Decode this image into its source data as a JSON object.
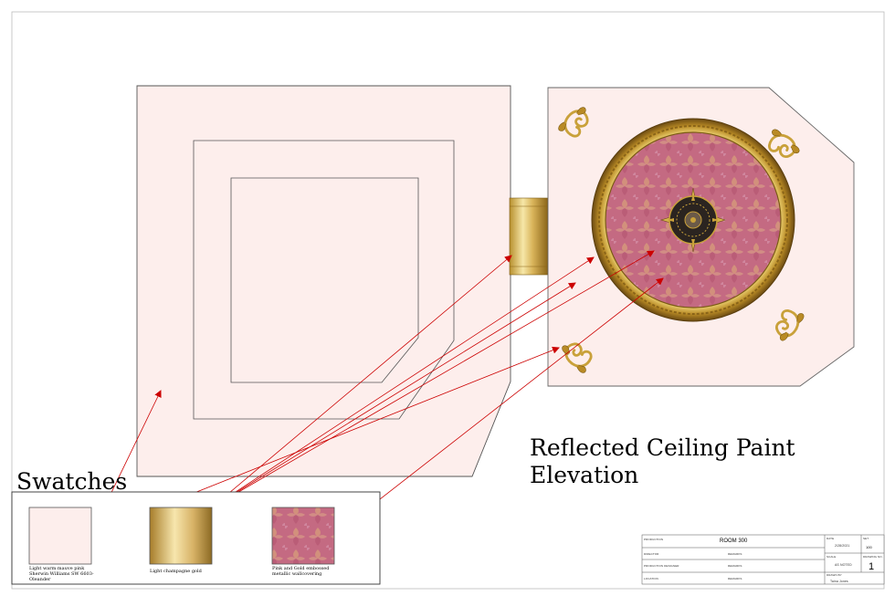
{
  "title": {
    "line1": "Reflected Ceiling Paint",
    "line2": "Elevation"
  },
  "swatches": {
    "heading": "Swatches",
    "items": [
      {
        "label": "Light warm mauve pink Sherwin Williams SW 6603- Oleander",
        "color": "#fdeeec"
      },
      {
        "label": "Light champagne gold",
        "color": "#d4b35a"
      },
      {
        "label": "Pink and Gold embossed metallic wallcovering",
        "color": "#c46a82"
      }
    ]
  },
  "title_block": {
    "production_label": "PRODUCTION",
    "production_value": "ROOM 300",
    "director_label": "DIRECTOR",
    "director_value": "REMARKS",
    "production_designer_label": "PRODUCTION DESIGNER",
    "production_designer_value": "REMARKS",
    "location_label": "LOCATION",
    "location_value": "REMARKS",
    "date_label": "DATE",
    "date_value": "2/28/2021",
    "set_label": "SET",
    "set_value": "100",
    "scale_label": "SCALE",
    "scale_value": "AS NOTED",
    "drawing_no_label": "DRAWING NO.",
    "drawing_no_value": "1",
    "drawn_by_label": "DRAWN BY",
    "drawn_by_value": "Taina Jones"
  },
  "colors": {
    "pink_fill": "#fdeeec",
    "gold": "#c9a13a",
    "arrow": "#cc0000",
    "wallcovering": "#c46a82"
  }
}
